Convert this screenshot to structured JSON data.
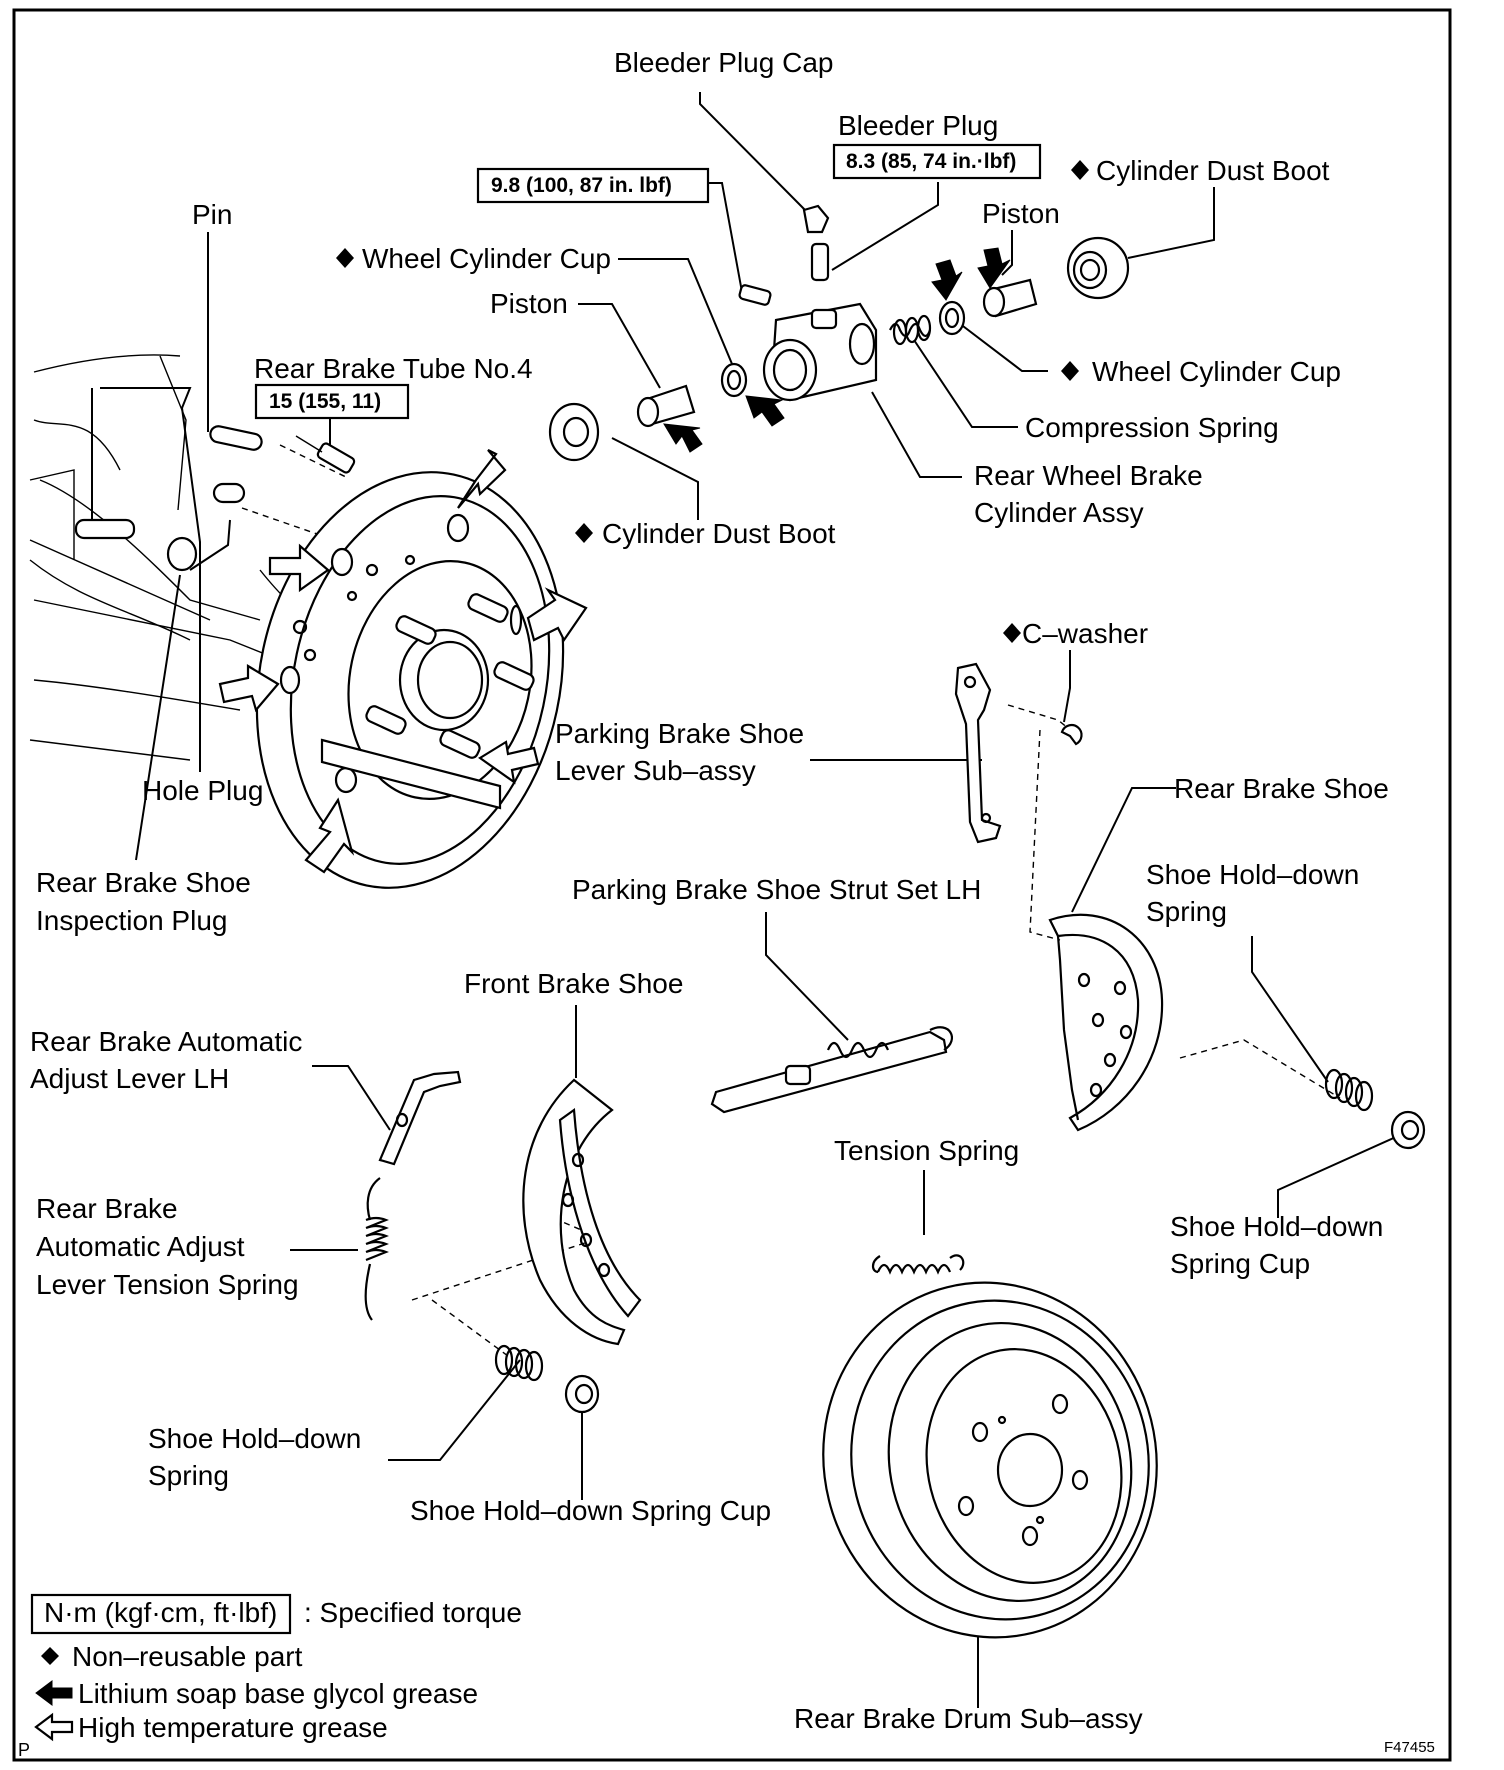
{
  "labels": {
    "bleeder_plug_cap": "Bleeder Plug Cap",
    "bleeder_plug": "Bleeder Plug",
    "torque_bleeder_plug": "8.3 (85, 74 in.·lbf)",
    "torque_bleeder_cap": "9.8 (100, 87 in. lbf)",
    "cylinder_dust_boot_top": "Cylinder Dust Boot",
    "piston_right": "Piston",
    "pin": "Pin",
    "wheel_cylinder_cup_left": "Wheel Cylinder Cup",
    "piston_left": "Piston",
    "rear_brake_tube": "Rear Brake Tube No.4",
    "torque_tube": "15 (155, 11)",
    "wheel_cylinder_cup_right": "Wheel Cylinder Cup",
    "compression_spring": "Compression Spring",
    "rear_wheel_brake_cyl_1": "Rear Wheel Brake",
    "rear_wheel_brake_cyl_2": "Cylinder Assy",
    "cylinder_dust_boot_mid": "Cylinder Dust Boot",
    "c_washer": "C–washer",
    "parking_lever_1": "Parking Brake Shoe",
    "parking_lever_2": "Lever Sub–assy",
    "hole_plug": "Hole Plug",
    "rear_brake_shoe": "Rear Brake Shoe",
    "inspection_plug_1": "Rear Brake Shoe",
    "inspection_plug_2": "Inspection Plug",
    "strut_set": "Parking Brake Shoe Strut Set LH",
    "holddown_spring_r1": "Shoe Hold–down",
    "holddown_spring_r2": "Spring",
    "front_brake_shoe": "Front Brake Shoe",
    "auto_adjust_lever_1": "Rear Brake Automatic",
    "auto_adjust_lever_2": "Adjust Lever LH",
    "tension_spring": "Tension Spring",
    "holddown_cup_r1": "Shoe Hold–down",
    "holddown_cup_r2": "Spring Cup",
    "auto_adjust_spring_1": "Rear Brake",
    "auto_adjust_spring_2": "Automatic Adjust",
    "auto_adjust_spring_3": "Lever Tension Spring",
    "holddown_spring_l1": "Shoe Hold–down",
    "holddown_spring_l2": "Spring",
    "holddown_cup_l": "Shoe Hold–down Spring Cup",
    "brake_drum": "Rear Brake Drum Sub–assy"
  },
  "legend": {
    "torque_unit": "N·m (kgf·cm, ft·lbf)",
    "torque_desc": ": Specified torque",
    "non_reusable": "Non–reusable part",
    "lithium": "Lithium soap base glycol grease",
    "high_temp": "High temperature grease"
  },
  "corner": {
    "p": "P",
    "fig_id": "F47455"
  },
  "symbols": {
    "non_reusable_marker": "diamond",
    "lithium_marker": "solid-arrow",
    "high_temp_marker": "hollow-arrow"
  }
}
